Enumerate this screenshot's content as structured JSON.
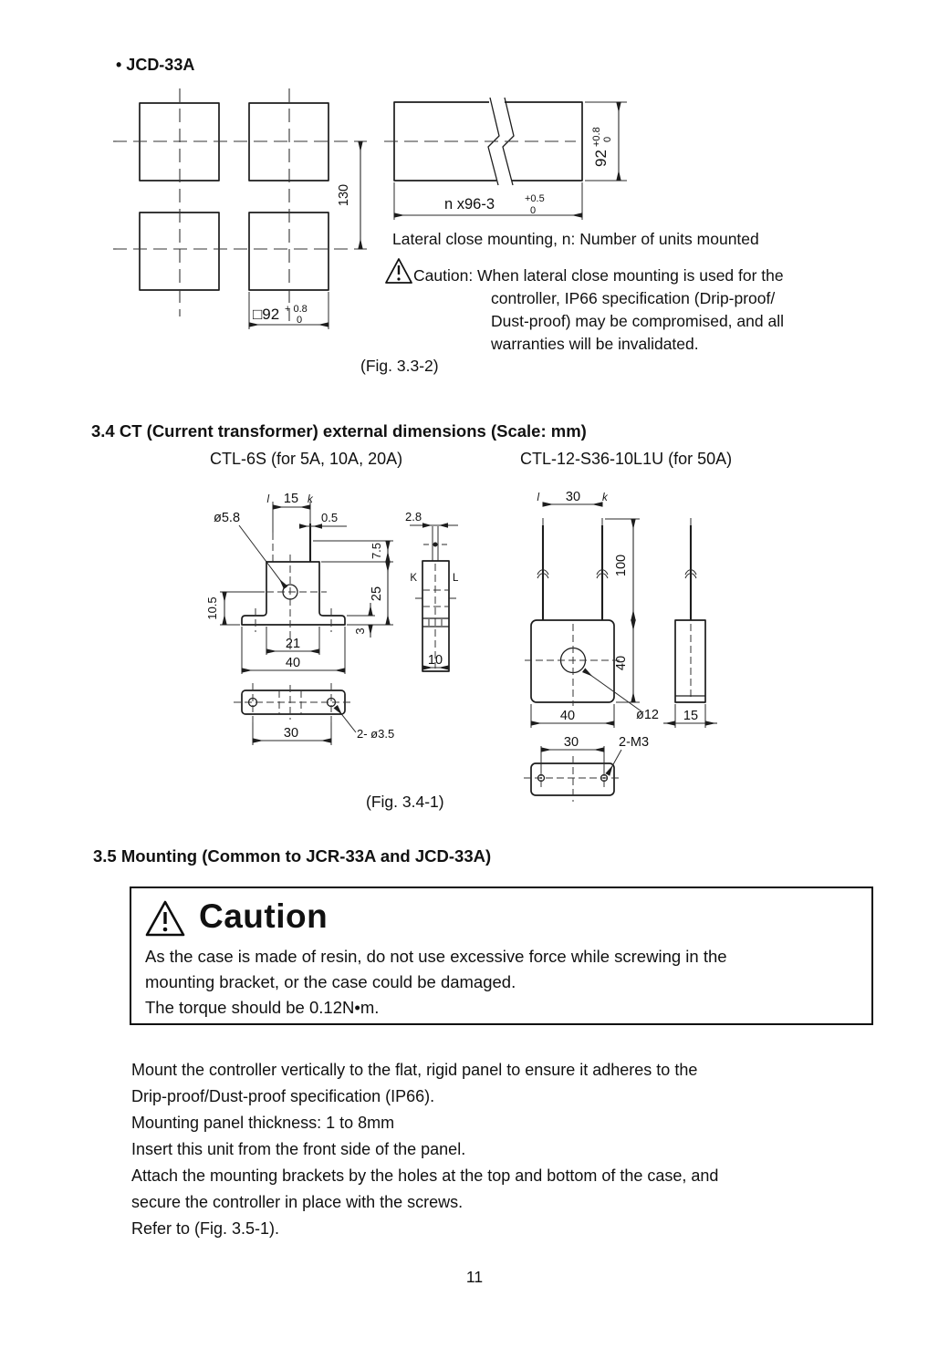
{
  "page": {
    "number": "11"
  },
  "jcd": {
    "heading": "• JCD-33A",
    "dim_pitch": "130",
    "dim_cutout": "□92",
    "cutout_tol_plus": "+ 0.8",
    "cutout_tol_minus": "0",
    "dim_width": "n x96-3",
    "width_tol_plus": "+0.5",
    "width_tol_minus": "0",
    "dim_height": "92",
    "height_tol_plus": "+0.8",
    "height_tol_minus": "0",
    "lateral_note": "Lateral close mounting, n: Number of units mounted",
    "caution_line1": "Caution: When lateral close mounting is used for the",
    "caution_line2": "controller, IP66 specification (Drip-proof/",
    "caution_line3": "Dust-proof) may be compromised, and all",
    "caution_line4": "warranties will be invalidated.",
    "fig_caption": "(Fig. 3.3-2)"
  },
  "ct": {
    "heading": "3.4 CT (Current transformer) external dimensions (Scale: mm)",
    "ctl6s_title": "CTL-6S (for 5A, 10A, 20A)",
    "ctl12_title": "CTL-12-S36-10L1U (for 50A)",
    "fig_caption": "(Fig. 3.4-1)",
    "ctl6s": {
      "lead_l": "l",
      "lead_pitch": "15",
      "lead_k": "k",
      "lead_width": "0.5",
      "hole_dia": "ø5.8",
      "top_height": "7.5",
      "body_height": "25",
      "center_height": "10.5",
      "flange_thickness": "3",
      "body_width": "21",
      "flange_width": "40",
      "lead_thickness": "2.8",
      "terminal_k": "K",
      "terminal_l": "L",
      "depth": "10",
      "mount_pitch": "30",
      "mount_holes": "2- ø3.5"
    },
    "ctl12": {
      "lead_l": "l",
      "lead_pitch": "30",
      "lead_k": "k",
      "lead_length": "100",
      "body_height": "40",
      "body_width": "40",
      "hole_dia": "ø12",
      "depth": "15",
      "mount_pitch": "30",
      "mount_holes": "2-M3"
    }
  },
  "mounting": {
    "heading": "3.5 Mounting (Common to JCR-33A and JCD-33A)",
    "caution_title": "Caution",
    "caution_lines": [
      "As the case is made of resin, do not use excessive force while screwing in the",
      "mounting bracket, or the case could be damaged.",
      "The torque should be 0.12N•m."
    ],
    "body_lines": [
      "Mount the controller vertically to the flat, rigid panel to ensure it adheres to the",
      "Drip-proof/Dust-proof specification (IP66).",
      "Mounting panel thickness: 1 to 8mm",
      "Insert this unit from the front side of the panel.",
      "Attach the mounting brackets by the holes at the top and bottom of the case, and",
      "secure the controller in place with the screws.",
      "Refer to (Fig. 3.5-1)."
    ]
  }
}
